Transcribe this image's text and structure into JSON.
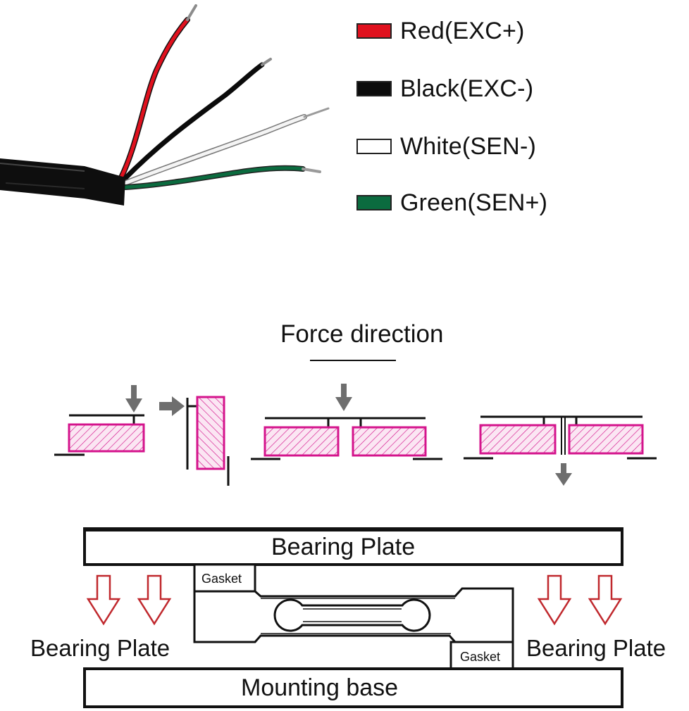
{
  "wire_legend": [
    {
      "label": "Red(EXC+)",
      "color": "#e0111e"
    },
    {
      "label": "Black(EXC-)",
      "color": "#0b0b0b"
    },
    {
      "label": "White(SEN-)",
      "color": "#ffffff"
    },
    {
      "label": "Green(SEN+)",
      "color": "#0b6b3f"
    }
  ],
  "force_direction_label": "Force direction",
  "mounting": {
    "top_plate_label": "Bearing Plate",
    "left_label": "Bearing Plate",
    "right_label": "Bearing Plate",
    "base_label": "Mounting base",
    "gasket_top_label": "Gasket",
    "gasket_bottom_label": "Gasket"
  },
  "colors": {
    "sensor_outline": "#d4148c",
    "sensor_fill": "#fbe6f3",
    "arrow_gray": "#6e6e6e",
    "load_arrow_red": "#c0282d"
  }
}
